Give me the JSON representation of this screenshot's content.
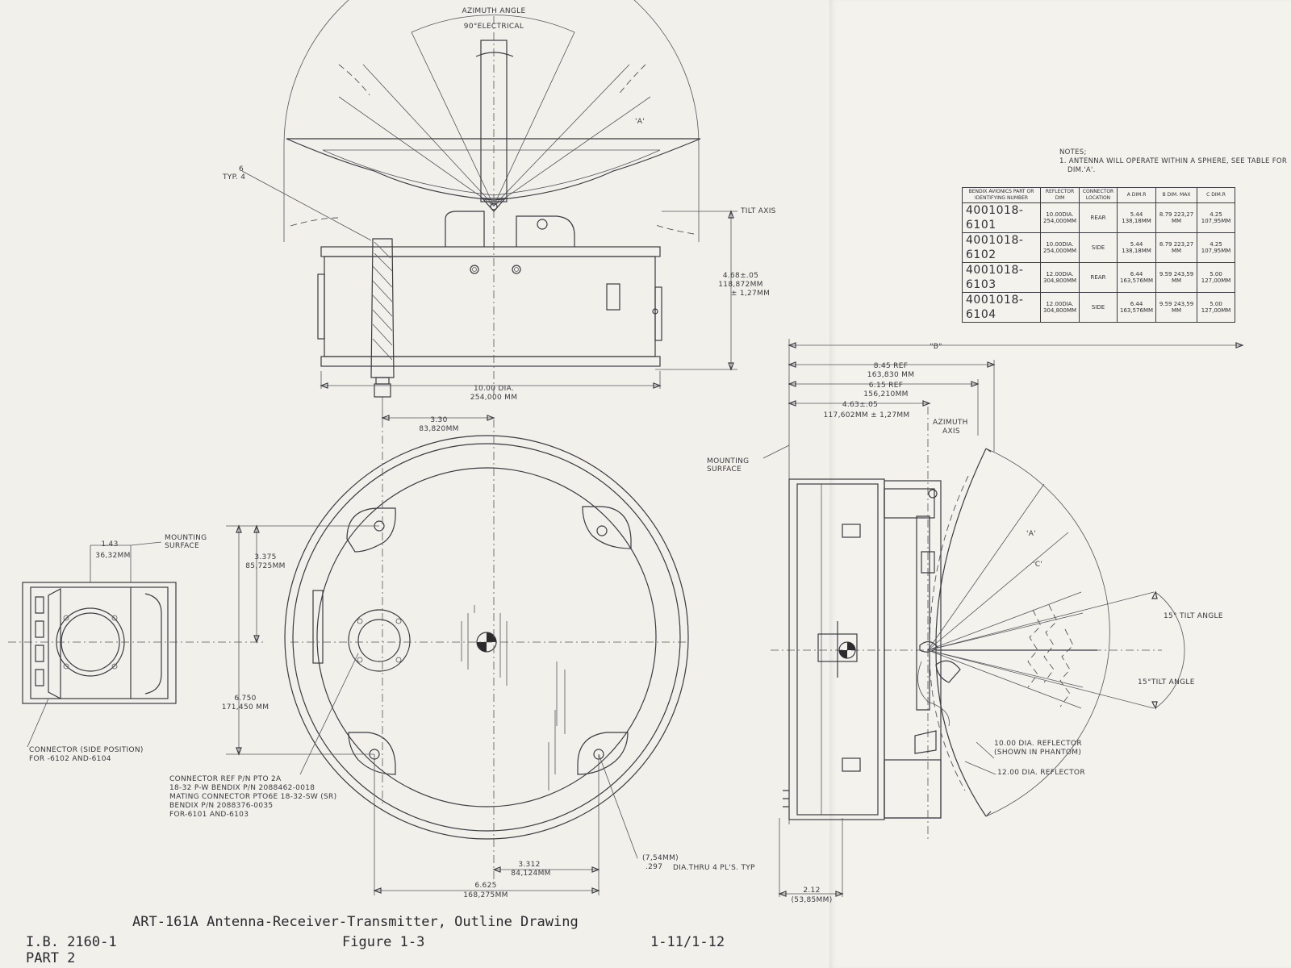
{
  "labels": {
    "azimuth_angle": "AZIMUTH ANGLE",
    "electrical": "90°ELECTRICAL",
    "a_mark_top": "'A'",
    "typ_6": "6",
    "typ_4": "TYP. 4",
    "tilt_axis": "TILT AXIS",
    "height_dim_in": "4.68±.05",
    "height_dim_mm": "118,872MM",
    "height_dim_tol": "± 1,27MM",
    "dia_in": "10.00 DIA.",
    "dia_mm": "254,000 MM",
    "conn_offset_in": "3.30",
    "conn_offset_mm": "83,820MM",
    "side_dim_in": "1.43",
    "side_dim_mm": "36,32MM",
    "mounting_surface_1": "MOUNTING",
    "mounting_surface_2": "SURFACE",
    "dim_3375_in": "3.375",
    "dim_3375_mm": "85,725MM",
    "dim_6750_in": "6.750",
    "dim_6750_mm": "171,450 MM",
    "connector_side_1": "CONNECTOR (SIDE POSITION)",
    "connector_side_2": "FOR -6102 AND-6104",
    "connector_ref_1": "CONNECTOR REF P/N PTO 2A",
    "connector_ref_2": "18-32 P-W BENDIX P/N 2088462-0018",
    "connector_ref_3": "MATING CONNECTOR PTO6E 18-32-SW (SR)",
    "connector_ref_4": "BENDIX P/N 2088376-0035",
    "connector_ref_5": "FOR-6101 AND-6103",
    "dim_3312_in": "3.312",
    "dim_3312_mm": "84,124MM",
    "dim_6625_in": "6.625",
    "dim_6625_mm": "168,275MM",
    "hole_mm": "(7,54MM)",
    "hole_in": ".297",
    "hole_desc": "DIA.THRU 4 PL'S. TYP",
    "b_mark": "\"B\"",
    "ref_845_in": "8.45 REF",
    "ref_845_mm": "163,830 MM",
    "ref_615_in": "6.15 REF",
    "ref_615_mm": "156,210MM",
    "dim_463_in": "4.63±.05",
    "dim_463_mm": "117,602MM ± 1,27MM",
    "azimuth_axis_1": "AZIMUTH",
    "azimuth_axis_2": "AXIS",
    "a_mark_side": "'A'",
    "c_mark_side": "'C'",
    "tilt_up": "15° TILT ANGLE",
    "tilt_down": "15°TILT ANGLE",
    "reflector_10_1": "10.00 DIA. REFLECTOR",
    "reflector_10_2": "(SHOWN IN PHANTOM)",
    "reflector_12": "12.00 DIA. REFLECTOR",
    "dim_212_in": "2.12",
    "dim_212_mm": "(53,85MM)"
  },
  "notes": {
    "heading": "NOTES;",
    "note_1": "1. ANTENNA WILL OPERATE WITHIN A SPHERE, SEE TABLE FOR",
    "note_1_cont": "DIM.'A'."
  },
  "table": {
    "headers": [
      "BENDIX AVIONICS PART OR IDENTIFYING NUMBER",
      "REFLECTOR DIM",
      "CONNECTOR LOCATION",
      "A DIM.R",
      "B DIM. MAX",
      "C DIM.R"
    ],
    "rows": [
      [
        "4001018-6101",
        "10.00DIA. 254,000MM",
        "REAR",
        "5.44 138,18MM",
        "8.79 223,27 MM",
        "4.25 107,95MM"
      ],
      [
        "4001018-6102",
        "10.00DIA. 254,000MM",
        "SIDE",
        "5.44 138,18MM",
        "8.79 223,27 MM",
        "4.25 107,95MM"
      ],
      [
        "4001018-6103",
        "12.00DIA. 304,800MM",
        "REAR",
        "6.44 163,576MM",
        "9.59 243,59 MM",
        "5.00 127,00MM"
      ],
      [
        "4001018-6104",
        "12.00DIA. 304,800MM",
        "SIDE",
        "6.44 163,576MM",
        "9.59 243,59 MM",
        "5.00 127,00MM"
      ]
    ]
  },
  "caption": {
    "title": "ART-161A Antenna-Receiver-Transmitter, Outline Drawing",
    "figure": "Figure 1-3",
    "doc_id": "I.B. 2160-1",
    "part": "PART 2",
    "page": "1-11/1-12"
  }
}
